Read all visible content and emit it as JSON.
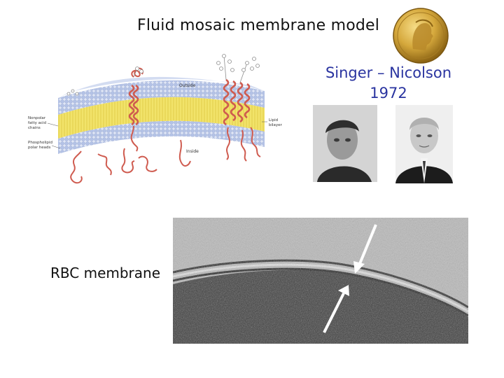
{
  "slide": {
    "title": "Fluid mosaic membrane model",
    "credit_names": "Singer – Nicolson",
    "credit_year": "1972",
    "micrograph_label": "RBC membrane"
  },
  "diagram": {
    "outside": "Outside",
    "inside": "Inside",
    "nonpolar_1": "Nonpolar",
    "nonpolar_2": "fatty acid",
    "nonpolar_3": "chains",
    "polar_1": "Phospholipid",
    "polar_2": "polar heads",
    "bilayer_1": "Lipid",
    "bilayer_2": "bilayer"
  },
  "colors": {
    "credit_text": "#2a34a0",
    "membrane_head": "#b9c6e8",
    "membrane_tail": "#f1e15a",
    "protein": "#d9665a",
    "medal_gold": "#c99a2e"
  },
  "icons": {
    "medal": "nobel-medal-icon",
    "arrows": "arrow-icon"
  }
}
